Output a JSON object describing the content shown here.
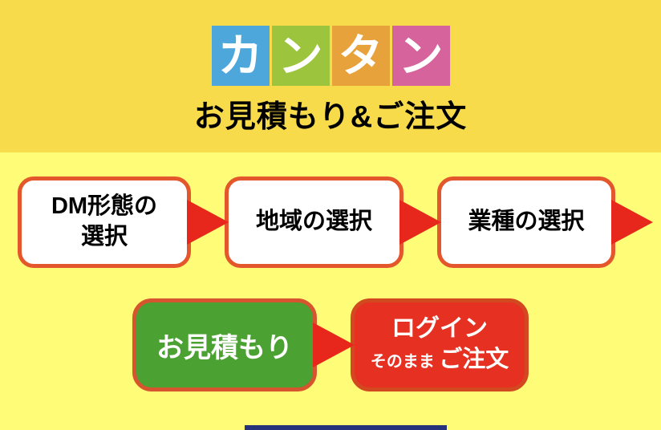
{
  "hero": {
    "title_blocks": [
      {
        "char": "カ",
        "color": "#4DA7DB"
      },
      {
        "char": "ン",
        "color": "#9CC43C"
      },
      {
        "char": "タ",
        "color": "#E8A23B"
      },
      {
        "char": "ン",
        "color": "#D7639C"
      }
    ],
    "subtitle": "お見積もり&ご注文"
  },
  "flow": {
    "steps": [
      {
        "lines": [
          "DM形態の",
          "選択"
        ]
      },
      {
        "lines": [
          "地域の選択"
        ]
      },
      {
        "lines": [
          "業種の選択"
        ]
      }
    ],
    "estimate_button": {
      "label": "お見積もり",
      "fill": "#4BA232"
    },
    "order_button": {
      "line1": "ログイン",
      "line2_small": "そのまま",
      "line2_large": "ご注文",
      "fill": "#E63122"
    }
  },
  "colors": {
    "hero_background": "#F8DB4A",
    "body_background": "#FFFD77",
    "step_border": "#E4572C",
    "arrow": "#E8271C",
    "bottom_bar": "#26337A"
  }
}
